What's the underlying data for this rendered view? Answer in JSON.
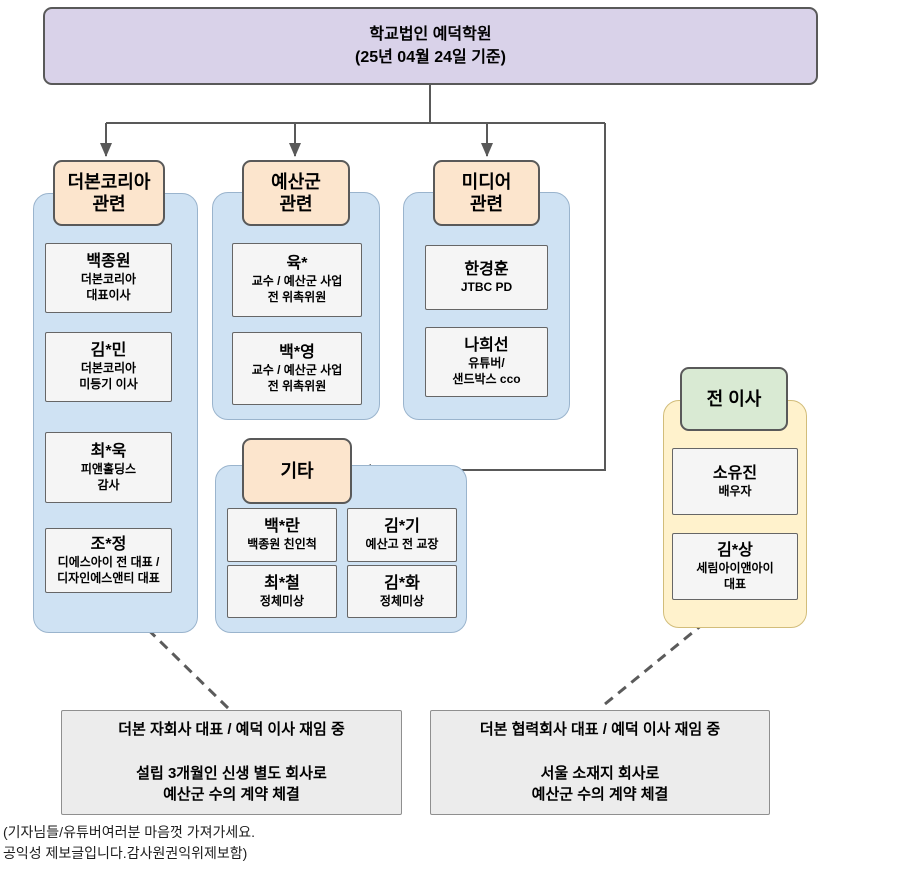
{
  "top_box": {
    "line1": "학교법인 예덕학원",
    "line2": "(25년 04월 24일 기준)"
  },
  "groups": {
    "theborn": {
      "header": "더본코리아\n관련",
      "members": [
        {
          "name": "백종원",
          "desc": "더본코리아\n대표이사"
        },
        {
          "name": "김*민",
          "desc": "더본코리아\n미등기 이사"
        },
        {
          "name": "최*욱",
          "desc": "피앤홀딩스\n감사"
        },
        {
          "name": "조*정",
          "desc": "디에스아이 전 대표 /\n디자인에스앤티 대표"
        }
      ]
    },
    "yesan": {
      "header": "예산군\n관련",
      "members": [
        {
          "name": "육*",
          "desc": "교수 / 예산군 사업\n전 위촉위원"
        },
        {
          "name": "백*영",
          "desc": "교수 / 예산군 사업\n전 위촉위원"
        }
      ]
    },
    "media": {
      "header": "미디어\n관련",
      "members": [
        {
          "name": "한경훈",
          "desc": "JTBC PD"
        },
        {
          "name": "나희선",
          "desc": "유튜버/\n샌드박스 cco"
        }
      ]
    },
    "etc": {
      "header": "기타",
      "members": [
        {
          "name": "백*란",
          "desc": "백종원 친인척"
        },
        {
          "name": "김*기",
          "desc": "예산고 전 교장"
        },
        {
          "name": "최*철",
          "desc": "정체미상"
        },
        {
          "name": "김*화",
          "desc": "정체미상"
        }
      ]
    },
    "former": {
      "header": "전 이사",
      "members": [
        {
          "name": "소유진",
          "desc": "배우자"
        },
        {
          "name": "김*상",
          "desc": "세림아이앤아이\n대표"
        }
      ]
    }
  },
  "notes": {
    "left": "더본 자회사 대표 / 예덕 이사 재임 중\n\n설립 3개월인 신생 별도 회사로\n예산군 수의 계약 체결",
    "right": "더본 협력회사 대표 / 예덕 이사 재임 중\n\n서울 소재지 회사로\n예산군 수의 계약 체결"
  },
  "footer": "(기자님들/유튜버여러분 마음껏 가져가세요.\n공익성 제보글입니다.감사원권익위제보함)",
  "colors": {
    "root_fill": "#d9d2e9",
    "group_header_fill": "#fce5cd",
    "group_container_blue": "#cfe2f3",
    "former_header_fill": "#d9ead3",
    "former_container_yellow": "#fff2cc",
    "card_fill": "#f5f5f5",
    "note_fill": "#ececec",
    "line_color": "#595959"
  }
}
